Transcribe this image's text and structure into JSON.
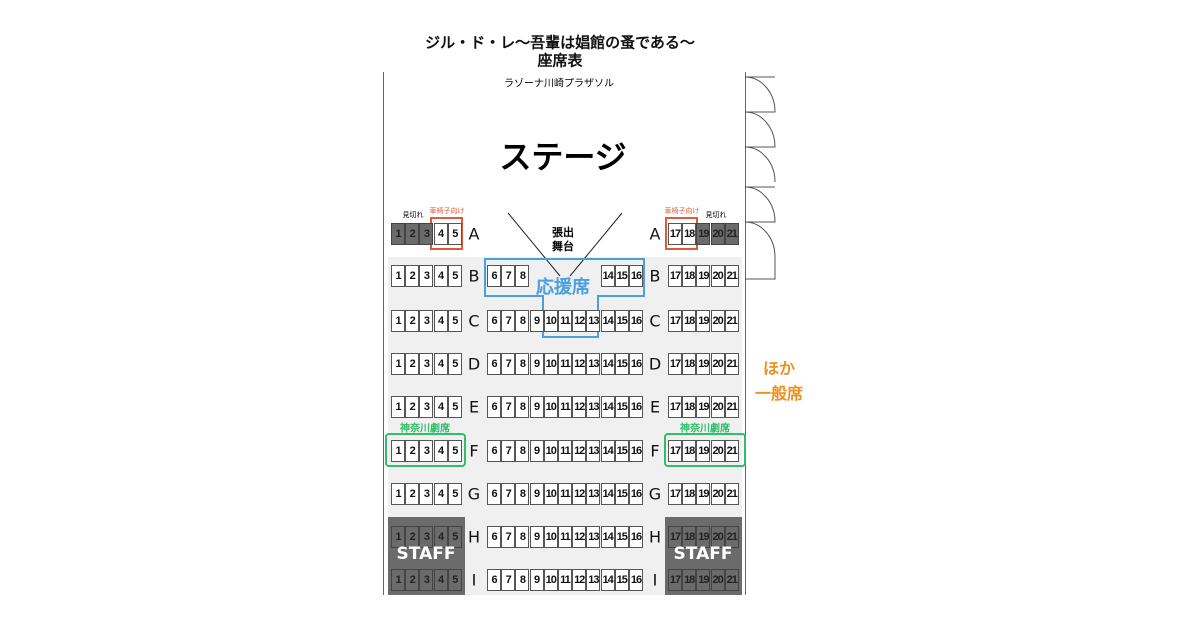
{
  "title_line1": "ジル・ド・レ〜吾輩は娼館の蚤である〜",
  "title_line2": "座席表",
  "venue": "ラゾーナ川崎プラザソル",
  "stage": "ステージ",
  "thrust_stage": [
    "張出",
    "舞台"
  ],
  "cheer_area": "応援席",
  "wheelchair": "車椅子向け",
  "obstructed": "見切れ",
  "kanagawa": "神奈川劇席",
  "staff": "STAFF",
  "other_general": [
    "ほか",
    "一般席"
  ],
  "colors": {
    "cheer": "#4a9fe0",
    "kanagawa": "#2fbf6a",
    "wheelchair": "#e05a3a",
    "general": "#f0901e",
    "dark": "#6b6b6b"
  },
  "rows": [
    {
      "row": "A",
      "left": [
        1,
        2,
        3,
        4,
        5
      ],
      "left_dark": [
        1,
        2,
        3
      ],
      "center": [],
      "right": [
        17,
        18,
        19,
        20,
        21
      ],
      "right_dark": [
        19,
        20,
        21
      ]
    },
    {
      "row": "B",
      "left": [
        1,
        2,
        3,
        4,
        5
      ],
      "center": [
        6,
        7,
        8,
        null,
        null,
        null,
        null,
        null,
        14,
        15,
        16
      ],
      "right": [
        17,
        18,
        19,
        20,
        21
      ]
    },
    {
      "row": "C",
      "left": [
        1,
        2,
        3,
        4,
        5
      ],
      "center": [
        6,
        7,
        8,
        9,
        10,
        11,
        12,
        13,
        14,
        15,
        16
      ],
      "right": [
        17,
        18,
        19,
        20,
        21
      ]
    },
    {
      "row": "D",
      "left": [
        1,
        2,
        3,
        4,
        5
      ],
      "center": [
        6,
        7,
        8,
        9,
        10,
        11,
        12,
        13,
        14,
        15,
        16
      ],
      "right": [
        17,
        18,
        19,
        20,
        21
      ]
    },
    {
      "row": "E",
      "left": [
        1,
        2,
        3,
        4,
        5
      ],
      "center": [
        6,
        7,
        8,
        9,
        10,
        11,
        12,
        13,
        14,
        15,
        16
      ],
      "right": [
        17,
        18,
        19,
        20,
        21
      ]
    },
    {
      "row": "F",
      "left": [
        1,
        2,
        3,
        4,
        5
      ],
      "center": [
        6,
        7,
        8,
        9,
        10,
        11,
        12,
        13,
        14,
        15,
        16
      ],
      "right": [
        17,
        18,
        19,
        20,
        21
      ]
    },
    {
      "row": "G",
      "left": [
        1,
        2,
        3,
        4,
        5
      ],
      "center": [
        6,
        7,
        8,
        9,
        10,
        11,
        12,
        13,
        14,
        15,
        16
      ],
      "right": [
        17,
        18,
        19,
        20,
        21
      ]
    },
    {
      "row": "H",
      "left": [
        1,
        2,
        3,
        4,
        5
      ],
      "left_dark": [
        1,
        2,
        3,
        4,
        5
      ],
      "center": [
        6,
        7,
        8,
        9,
        10,
        11,
        12,
        13,
        14,
        15,
        16
      ],
      "right": [
        17,
        18,
        19,
        20,
        21
      ],
      "right_dark": [
        17,
        18,
        19,
        20,
        21
      ]
    },
    {
      "row": "I",
      "left": [
        1,
        2,
        3,
        4,
        5
      ],
      "left_dark": [
        1,
        2,
        3,
        4,
        5
      ],
      "center": [
        6,
        7,
        8,
        9,
        10,
        11,
        12,
        13,
        14,
        15,
        16
      ],
      "right": [
        17,
        18,
        19,
        20,
        21
      ],
      "right_dark": [
        17,
        18,
        19,
        20,
        21
      ]
    }
  ]
}
